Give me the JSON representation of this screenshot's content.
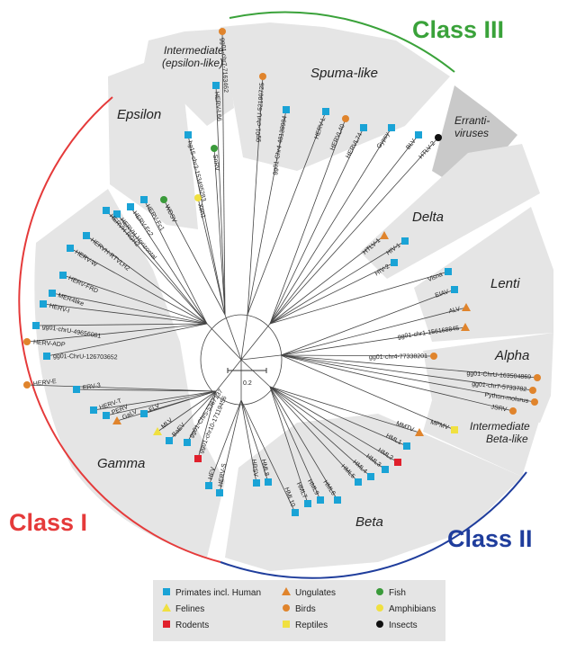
{
  "class_labels": {
    "class1": "Class I",
    "class2": "Class II",
    "class3": "Class III"
  },
  "group_labels": {
    "gamma": "Gamma",
    "epsilon": "Epsilon",
    "intermediate_epsilon_1": "Intermediate",
    "intermediate_epsilon_2": "(epsilon-like)",
    "spuma": "Spuma-like",
    "erranti_1": "Erranti-",
    "erranti_2": "viruses",
    "delta": "Delta",
    "lenti": "Lenti",
    "alpha": "Alpha",
    "intermediate_beta_1": "Intermediate",
    "intermediate_beta_2": "Beta-like",
    "beta": "Beta"
  },
  "scale_bar": {
    "label": "0.2"
  },
  "legend": [
    {
      "label": "Primates incl. Human",
      "icon": "square-icon",
      "color": "#1aa3d6"
    },
    {
      "label": "Ungulates",
      "icon": "triangle-icon",
      "color": "#e0842c"
    },
    {
      "label": "Fish",
      "icon": "circle-icon",
      "color": "#3a9a3a"
    },
    {
      "label": "Felines",
      "icon": "triangle-icon",
      "color": "#f0e040"
    },
    {
      "label": "Birds",
      "icon": "circle-icon",
      "color": "#e0842c"
    },
    {
      "label": "Amphibians",
      "icon": "circle-icon",
      "color": "#f0e040"
    },
    {
      "label": "Rodents",
      "icon": "square-icon",
      "color": "#e0202c"
    },
    {
      "label": "Reptiles",
      "icon": "square-icon",
      "color": "#f0e040"
    },
    {
      "label": "Insects",
      "icon": "circle-icon",
      "color": "#111111"
    }
  ],
  "leaves": [
    "gg01-chr7-7163462",
    "gg01-chrU-52190725",
    "HERV-L66",
    "SnRV",
    "hg15-chr3-153495283",
    "Xen1",
    "WDSV",
    "HERV-Fc1",
    "HERV-Fc2",
    "HERVH-Horizontal",
    "HERVH-RGH2",
    "HERVH-RTVLH2",
    "HERV-W",
    "HERV-FRD",
    "MER4like",
    "HERV-I",
    "gg01-chrU-49656081",
    "HERV-ADP",
    "gg01-ChrU-126703652",
    "HERV-E",
    "ERV-3",
    "HERV-T",
    "PERV",
    "GaLV",
    "FLV",
    "MLV",
    "BaEV",
    "gg01-Chr5-5367137",
    "gg01-chr10-17119456",
    "HFV",
    "HERV-S",
    "gg01-Chr4-48138994",
    "HERV-L",
    "HERVL40",
    "HERVL74",
    "Gypsy",
    "BLV",
    "HTLV-2",
    "HTLV-1",
    "HIV-1",
    "HIV-2",
    "Visna",
    "EIAV",
    "ALV",
    "gg01-chr1-156168845",
    "gg01-chr4-77338201",
    "gg01-ChrU-163504869",
    "gg01-chr7-5733782",
    "Python-molurus",
    "JSRV",
    "MPMV",
    "MMTV",
    "HML1",
    "HML2",
    "HML3",
    "HML4",
    "HML5",
    "HML6",
    "HML7",
    "HML8",
    "HML9",
    "HML10",
    "HRSV"
  ]
}
